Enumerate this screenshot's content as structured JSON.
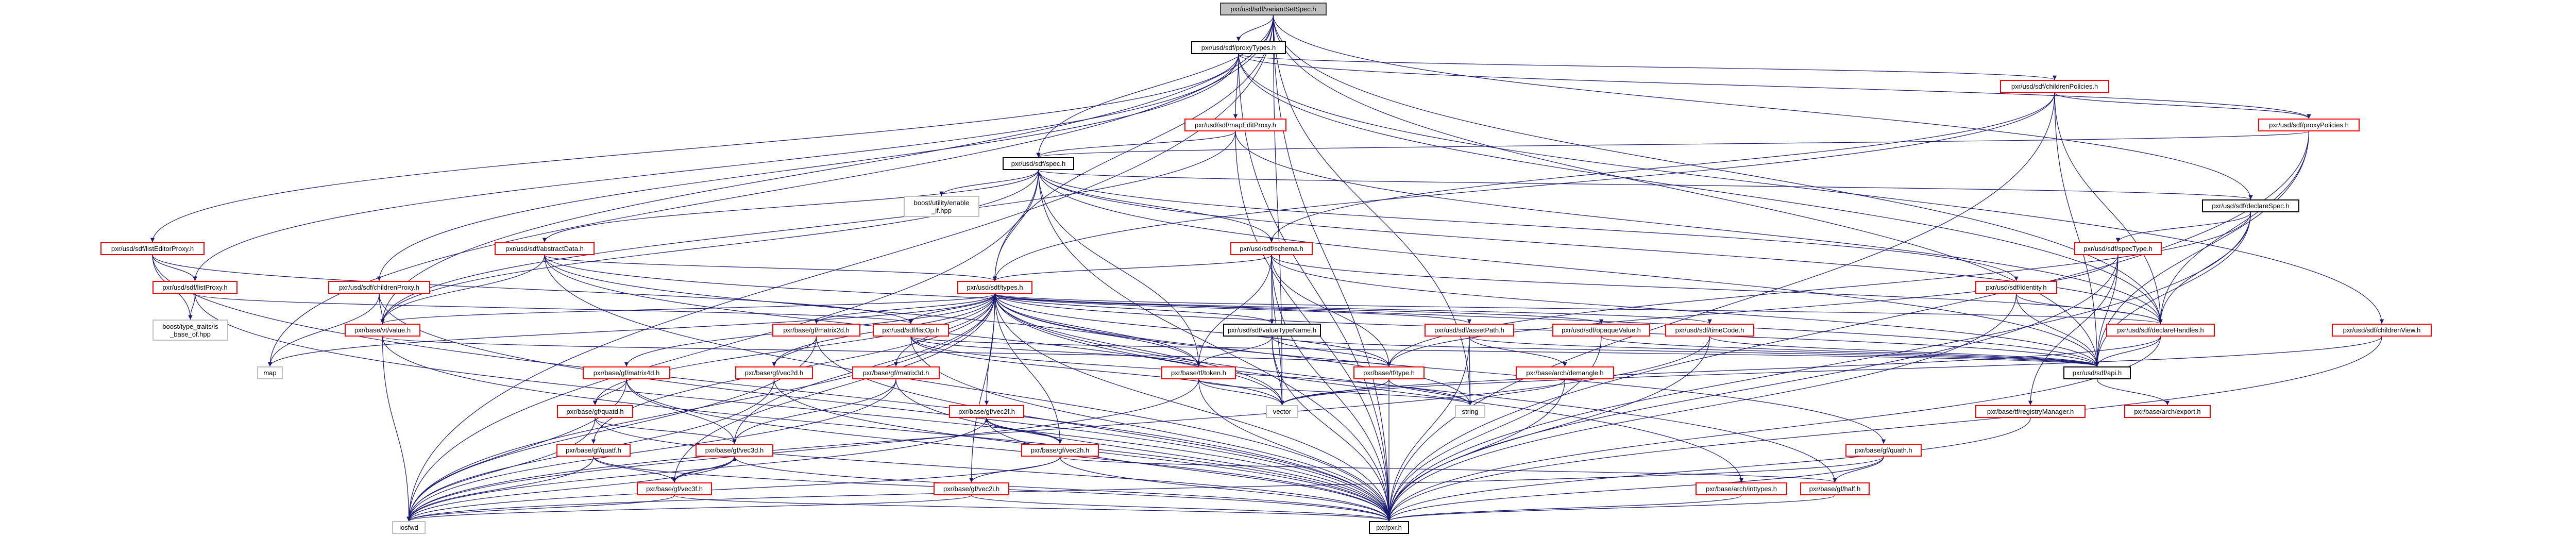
{
  "graph": {
    "title": "pxr/usd/sdf/variantSetSpec.h",
    "colors": {
      "edge": "#191970",
      "truncated_border": "#ff0000",
      "documented_border": "#000000",
      "system_border": "#bfbfbf",
      "root_fill": "#bfbfbf"
    },
    "nodes": {
      "variantSetSpec": "pxr/usd/sdf/variantSetSpec.h",
      "proxyTypes": "pxr/usd/sdf/proxyTypes.h",
      "childrenPolicies": "pxr/usd/sdf/childrenPolicies.h",
      "mapEditProxy": "pxr/usd/sdf/mapEditProxy.h",
      "proxyPolicies": "pxr/usd/sdf/proxyPolicies.h",
      "spec": "pxr/usd/sdf/spec.h",
      "declareSpec": "pxr/usd/sdf/declareSpec.h",
      "enableIf": "boost/utility/enable\n_if.hpp",
      "listEditorProxy": "pxr/usd/sdf/listEditorProxy.h",
      "abstractData": "pxr/usd/sdf/abstractData.h",
      "schema": "pxr/usd/sdf/schema.h",
      "specType": "pxr/usd/sdf/specType.h",
      "listProxy": "pxr/usd/sdf/listProxy.h",
      "childrenProxy": "pxr/usd/sdf/childrenProxy.h",
      "types": "pxr/usd/sdf/types.h",
      "identity": "pxr/usd/sdf/identity.h",
      "isBaseOf": "boost/type_traits/is\n_base_of.hpp",
      "value": "pxr/base/vt/value.h",
      "matrix2d": "pxr/base/gf/matrix2d.h",
      "listOp": "pxr/usd/sdf/listOp.h",
      "valueTypeName": "pxr/usd/sdf/valueTypeName.h",
      "assetPath": "pxr/usd/sdf/assetPath.h",
      "opaqueValue": "pxr/usd/sdf/opaqueValue.h",
      "timeCode": "pxr/usd/sdf/timeCode.h",
      "declareHandles": "pxr/usd/sdf/declareHandles.h",
      "childrenView": "pxr/usd/sdf/childrenView.h",
      "map": "map",
      "matrix4d": "pxr/base/gf/matrix4d.h",
      "vec2d": "pxr/base/gf/vec2d.h",
      "matrix3d": "pxr/base/gf/matrix3d.h",
      "token": "pxr/base/tf/token.h",
      "tfType": "pxr/base/tf/type.h",
      "demangle": "pxr/base/arch/demangle.h",
      "api": "pxr/usd/sdf/api.h",
      "quatd": "pxr/base/gf/quatd.h",
      "vec2f": "pxr/base/gf/vec2f.h",
      "vector": "vector",
      "string": "string",
      "registryManager": "pxr/base/tf/registryManager.h",
      "export": "pxr/base/arch/export.h",
      "quatf": "pxr/base/gf/quatf.h",
      "vec3d": "pxr/base/gf/vec3d.h",
      "vec2h": "pxr/base/gf/vec2h.h",
      "quath": "pxr/base/gf/quath.h",
      "vec3f": "pxr/base/gf/vec3f.h",
      "vec2i": "pxr/base/gf/vec2i.h",
      "inttypes": "pxr/base/arch/inttypes.h",
      "half": "pxr/base/gf/half.h",
      "iosfwd": "iosfwd",
      "pxr": "pxr/pxr.h"
    },
    "edges": [
      [
        "variantSetSpec",
        "proxyTypes"
      ],
      [
        "variantSetSpec",
        "spec"
      ],
      [
        "variantSetSpec",
        "declareSpec"
      ],
      [
        "variantSetSpec",
        "types"
      ],
      [
        "variantSetSpec",
        "declareHandles"
      ],
      [
        "variantSetSpec",
        "api"
      ],
      [
        "variantSetSpec",
        "pxr"
      ],
      [
        "variantSetSpec",
        "map"
      ],
      [
        "variantSetSpec",
        "vector"
      ],
      [
        "variantSetSpec",
        "string"
      ],
      [
        "variantSetSpec",
        "iosfwd"
      ],
      [
        "variantSetSpec",
        "value"
      ],
      [
        "proxyTypes",
        "mapEditProxy"
      ],
      [
        "proxyTypes",
        "childrenPolicies"
      ],
      [
        "proxyTypes",
        "proxyPolicies"
      ],
      [
        "proxyTypes",
        "childrenProxy"
      ],
      [
        "proxyTypes",
        "listEditorProxy"
      ],
      [
        "proxyTypes",
        "listProxy"
      ],
      [
        "proxyTypes",
        "declareHandles"
      ],
      [
        "proxyTypes",
        "childrenView"
      ],
      [
        "proxyTypes",
        "pxr"
      ],
      [
        "childrenPolicies",
        "proxyPolicies"
      ],
      [
        "childrenPolicies",
        "schema"
      ],
      [
        "childrenPolicies",
        "types"
      ],
      [
        "childrenPolicies",
        "declareHandles"
      ],
      [
        "childrenPolicies",
        "api"
      ],
      [
        "childrenPolicies",
        "pxr"
      ],
      [
        "mapEditProxy",
        "spec"
      ],
      [
        "mapEditProxy",
        "value"
      ],
      [
        "mapEditProxy",
        "declareHandles"
      ],
      [
        "mapEditProxy",
        "pxr"
      ],
      [
        "proxyPolicies",
        "spec"
      ],
      [
        "proxyPolicies",
        "declareHandles"
      ],
      [
        "proxyPolicies",
        "api"
      ],
      [
        "proxyPolicies",
        "pxr"
      ],
      [
        "spec",
        "enableIf"
      ],
      [
        "spec",
        "abstractData"
      ],
      [
        "spec",
        "schema"
      ],
      [
        "spec",
        "types"
      ],
      [
        "spec",
        "value"
      ],
      [
        "spec",
        "declareSpec"
      ],
      [
        "spec",
        "declareHandles"
      ],
      [
        "spec",
        "identity"
      ],
      [
        "spec",
        "api"
      ],
      [
        "spec",
        "pxr"
      ],
      [
        "spec",
        "iosfwd"
      ],
      [
        "spec",
        "token"
      ],
      [
        "declareSpec",
        "specType"
      ],
      [
        "declareSpec",
        "declareHandles"
      ],
      [
        "declareSpec",
        "api"
      ],
      [
        "declareSpec",
        "pxr"
      ],
      [
        "declareSpec",
        "tfType"
      ],
      [
        "specType",
        "tfType"
      ],
      [
        "specType",
        "api"
      ],
      [
        "specType",
        "pxr"
      ],
      [
        "specType",
        "registryManager"
      ],
      [
        "listEditorProxy",
        "listProxy"
      ],
      [
        "listEditorProxy",
        "isBaseOf"
      ],
      [
        "listEditorProxy",
        "listOp"
      ],
      [
        "listEditorProxy",
        "pxr"
      ],
      [
        "listProxy",
        "isBaseOf"
      ],
      [
        "listProxy",
        "listOp"
      ],
      [
        "listProxy",
        "pxr"
      ],
      [
        "childrenProxy",
        "value"
      ],
      [
        "childrenProxy",
        "map"
      ],
      [
        "childrenProxy",
        "pxr"
      ],
      [
        "abstractData",
        "types"
      ],
      [
        "abstractData",
        "value"
      ],
      [
        "abstractData",
        "token"
      ],
      [
        "abstractData",
        "api"
      ],
      [
        "abstractData",
        "vector"
      ],
      [
        "abstractData",
        "pxr"
      ],
      [
        "schema",
        "types"
      ],
      [
        "schema",
        "valueTypeName"
      ],
      [
        "schema",
        "declareHandles"
      ],
      [
        "schema",
        "api"
      ],
      [
        "schema",
        "token"
      ],
      [
        "schema",
        "vector"
      ],
      [
        "schema",
        "tfType"
      ],
      [
        "schema",
        "pxr"
      ],
      [
        "types",
        "listOp"
      ],
      [
        "types",
        "matrix2d"
      ],
      [
        "types",
        "matrix3d"
      ],
      [
        "types",
        "matrix4d"
      ],
      [
        "types",
        "vec2d"
      ],
      [
        "types",
        "vec2f"
      ],
      [
        "types",
        "vec2h"
      ],
      [
        "types",
        "vec2i"
      ],
      [
        "types",
        "vec3d"
      ],
      [
        "types",
        "vec3f"
      ],
      [
        "types",
        "quatd"
      ],
      [
        "types",
        "quatf"
      ],
      [
        "types",
        "quath"
      ],
      [
        "types",
        "half"
      ],
      [
        "types",
        "token"
      ],
      [
        "types",
        "valueTypeName"
      ],
      [
        "types",
        "assetPath"
      ],
      [
        "types",
        "opaqueValue"
      ],
      [
        "types",
        "timeCode"
      ],
      [
        "types",
        "declareHandles"
      ],
      [
        "types",
        "api"
      ],
      [
        "types",
        "value"
      ],
      [
        "types",
        "map"
      ],
      [
        "types",
        "vector"
      ],
      [
        "types",
        "string"
      ],
      [
        "types",
        "iosfwd"
      ],
      [
        "types",
        "tfType"
      ],
      [
        "types",
        "inttypes"
      ],
      [
        "types",
        "pxr"
      ],
      [
        "identity",
        "declareHandles"
      ],
      [
        "identity",
        "api"
      ],
      [
        "identity",
        "pxr"
      ],
      [
        "value",
        "pxr"
      ],
      [
        "value",
        "iosfwd"
      ],
      [
        "value",
        "tfType"
      ],
      [
        "matrix2d",
        "vec2d"
      ],
      [
        "matrix2d",
        "pxr"
      ],
      [
        "matrix2d",
        "iosfwd"
      ],
      [
        "listOp",
        "token"
      ],
      [
        "listOp",
        "api"
      ],
      [
        "listOp",
        "vector"
      ],
      [
        "listOp",
        "string"
      ],
      [
        "listOp",
        "pxr"
      ],
      [
        "valueTypeName",
        "token"
      ],
      [
        "valueTypeName",
        "api"
      ],
      [
        "valueTypeName",
        "vector"
      ],
      [
        "valueTypeName",
        "tfType"
      ],
      [
        "valueTypeName",
        "pxr"
      ],
      [
        "assetPath",
        "string"
      ],
      [
        "assetPath",
        "api"
      ],
      [
        "assetPath",
        "demangle"
      ],
      [
        "assetPath",
        "pxr"
      ],
      [
        "opaqueValue",
        "api"
      ],
      [
        "opaqueValue",
        "pxr"
      ],
      [
        "timeCode",
        "api"
      ],
      [
        "timeCode",
        "pxr"
      ],
      [
        "timeCode",
        "iosfwd"
      ],
      [
        "declareHandles",
        "api"
      ],
      [
        "declareHandles",
        "vector"
      ],
      [
        "declareHandles",
        "pxr"
      ],
      [
        "childrenView",
        "vector"
      ],
      [
        "childrenView",
        "pxr"
      ],
      [
        "matrix4d",
        "vec3d"
      ],
      [
        "matrix4d",
        "quatd"
      ],
      [
        "matrix4d",
        "pxr"
      ],
      [
        "matrix4d",
        "iosfwd"
      ],
      [
        "matrix3d",
        "vec3d"
      ],
      [
        "matrix3d",
        "pxr"
      ],
      [
        "matrix3d",
        "iosfwd"
      ],
      [
        "vec2d",
        "pxr"
      ],
      [
        "vec2d",
        "iosfwd"
      ],
      [
        "token",
        "vector"
      ],
      [
        "token",
        "string"
      ],
      [
        "token",
        "pxr"
      ],
      [
        "token",
        "iosfwd"
      ],
      [
        "tfType",
        "string"
      ],
      [
        "tfType",
        "vector"
      ],
      [
        "tfType",
        "pxr"
      ],
      [
        "demangle",
        "string"
      ],
      [
        "demangle",
        "pxr"
      ],
      [
        "api",
        "export"
      ],
      [
        "quatd",
        "vec3d"
      ],
      [
        "quatd",
        "pxr"
      ],
      [
        "quatd",
        "iosfwd"
      ],
      [
        "vec2f",
        "vec2h"
      ],
      [
        "vec2f",
        "pxr"
      ],
      [
        "vec2f",
        "iosfwd"
      ],
      [
        "quatf",
        "vec3f"
      ],
      [
        "quatf",
        "pxr"
      ],
      [
        "quatf",
        "iosfwd"
      ],
      [
        "vec3d",
        "vec3f"
      ],
      [
        "vec3d",
        "pxr"
      ],
      [
        "vec3d",
        "iosfwd"
      ],
      [
        "vec3f",
        "vec3d"
      ],
      [
        "vec3f",
        "pxr"
      ],
      [
        "vec3f",
        "iosfwd"
      ],
      [
        "vec2h",
        "vec2i"
      ],
      [
        "vec2h",
        "vec2f"
      ],
      [
        "vec2h",
        "half"
      ],
      [
        "vec2h",
        "pxr"
      ],
      [
        "vec2h",
        "iosfwd"
      ],
      [
        "quath",
        "half"
      ],
      [
        "quath",
        "pxr"
      ],
      [
        "quath",
        "iosfwd"
      ],
      [
        "vec2i",
        "pxr"
      ],
      [
        "vec2i",
        "iosfwd"
      ],
      [
        "half",
        "pxr"
      ],
      [
        "inttypes",
        "pxr"
      ],
      [
        "registryManager",
        "pxr"
      ]
    ]
  }
}
